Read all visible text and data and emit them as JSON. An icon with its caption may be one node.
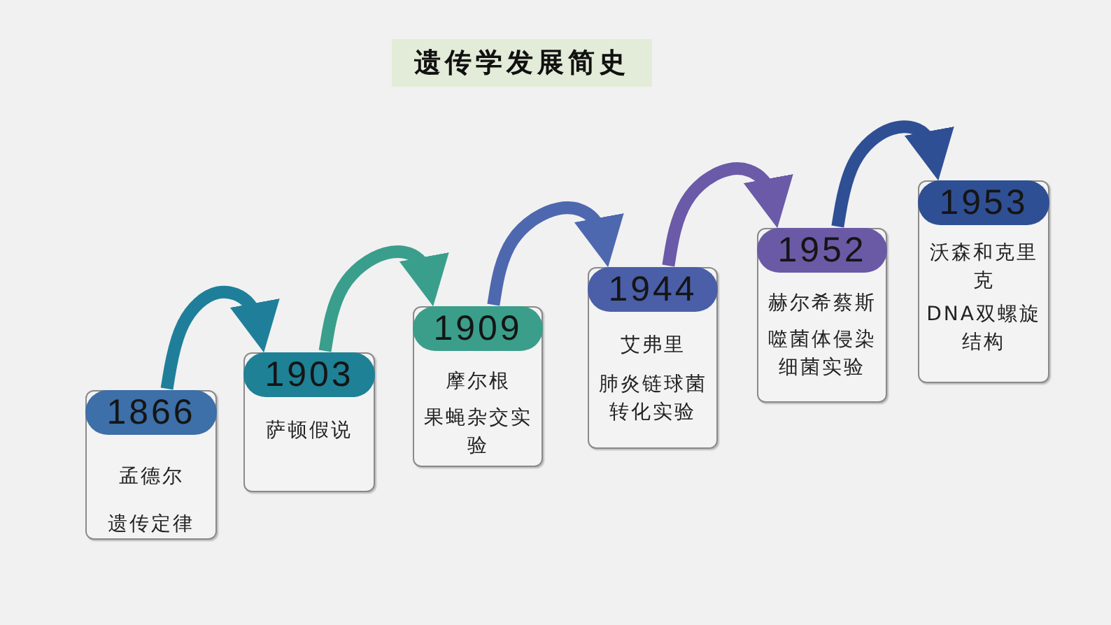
{
  "diagram": {
    "title": "遗传学发展简史",
    "nodes": [
      {
        "text": [
          "1866",
          "孟德尔",
          "遗传定律"
        ]
      },
      {
        "text": [
          "1903",
          "萨顿假说"
        ]
      },
      {
        "text": [
          "1909",
          "摩尔根",
          "果蝇杂交实验"
        ]
      },
      {
        "text": [
          "1944",
          "艾弗里",
          "肺炎链球菌转化实验"
        ]
      },
      {
        "text": [
          "1952",
          "赫尔希蔡斯",
          "噬菌体侵染细菌实验"
        ]
      },
      {
        "text": [
          "1953",
          "沃森和克里克",
          "DNA双螺旋结构"
        ]
      }
    ],
    "edges": [
      {
        "from": 0,
        "to": 1,
        "arrow": "to",
        "color": "#1f7f9a"
      },
      {
        "from": 1,
        "to": 2,
        "arrow": "to",
        "color": "#3a9e8c"
      },
      {
        "from": 2,
        "to": 3,
        "arrow": "to",
        "color": "#4e68b0"
      },
      {
        "from": 3,
        "to": 4,
        "arrow": "to",
        "color": "#6a5aa8"
      },
      {
        "from": 4,
        "to": 5,
        "arrow": "to",
        "color": "#2f4f95"
      }
    ]
  }
}
